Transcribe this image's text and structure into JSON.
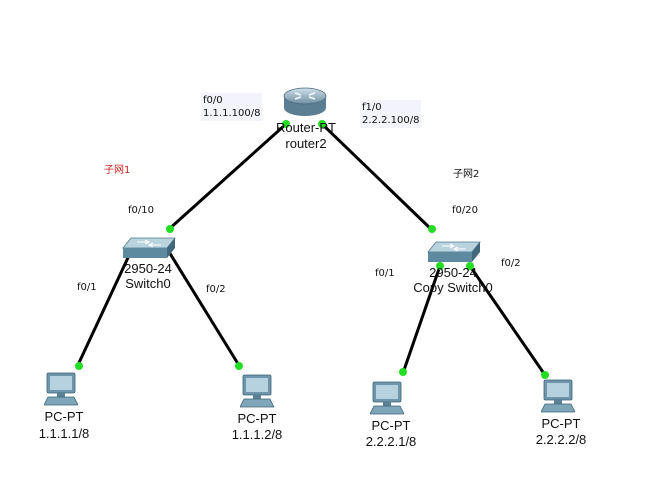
{
  "colors": {
    "link": "#000000",
    "port_dot": "#22dd22",
    "subnet1_label": "#cc2222",
    "subnet2_label": "#222222"
  },
  "router": {
    "icon": "router-icon",
    "model": "Router-PT",
    "name": "router2",
    "if_left": {
      "name": "f0/0",
      "ip": "1.1.1.100/8"
    },
    "if_right": {
      "name": "f1/0",
      "ip": "2.2.2.100/8"
    }
  },
  "subnets": {
    "s1": "子网1",
    "s2": "子网2"
  },
  "switch0": {
    "icon": "switch-icon",
    "model": "2950-24",
    "name": "Switch0",
    "uplink_port": "f0/10",
    "port1": "f0/1",
    "port2": "f0/2"
  },
  "switch1": {
    "icon": "switch-icon",
    "model": "2950-24",
    "name": "Copy Switch0",
    "uplink_port": "f0/20",
    "port1": "f0/1",
    "port2": "f0/2"
  },
  "pcs": [
    {
      "icon": "pc-icon",
      "model": "PC-PT",
      "ip": "1.1.1.1/8"
    },
    {
      "icon": "pc-icon",
      "model": "PC-PT",
      "ip": "1.1.1.2/8"
    },
    {
      "icon": "pc-icon",
      "model": "PC-PT",
      "ip": "2.2.2.1/8"
    },
    {
      "icon": "pc-icon",
      "model": "PC-PT",
      "ip": "2.2.2.2/8"
    }
  ]
}
